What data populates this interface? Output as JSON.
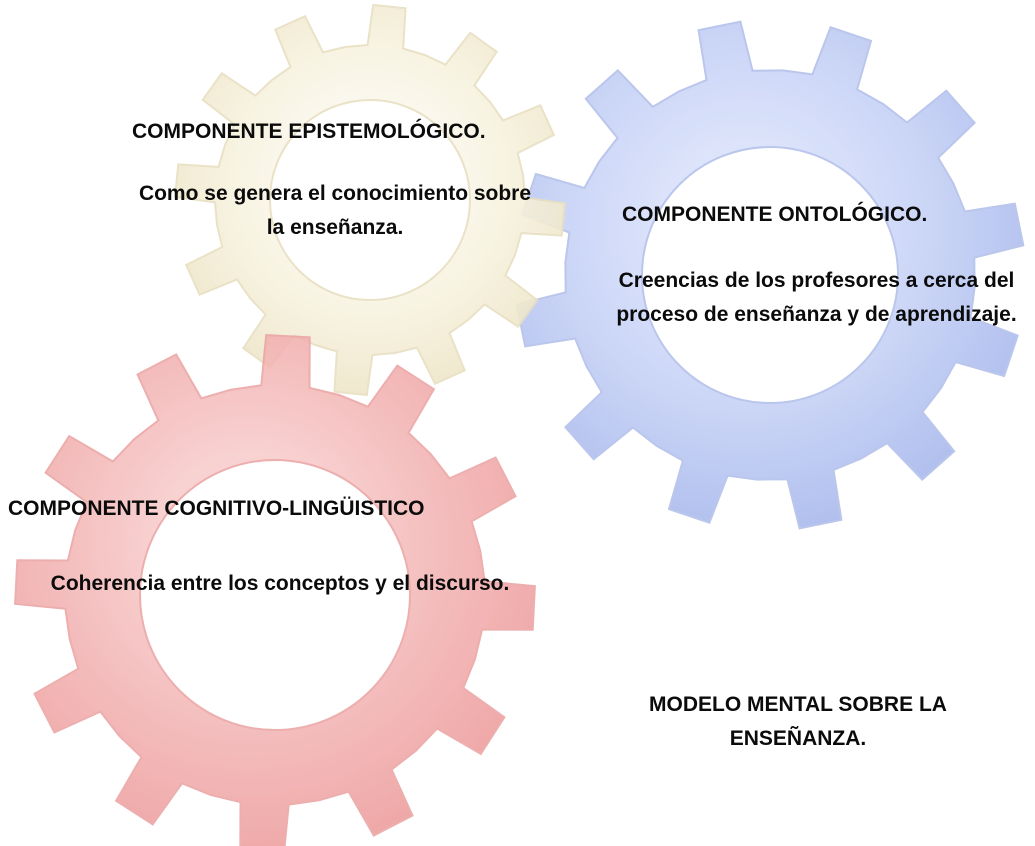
{
  "diagram": {
    "gears": [
      {
        "id": "epistemologico",
        "color": "#f4efd6"
      },
      {
        "id": "ontologico",
        "color": "#b9c7f2"
      },
      {
        "id": "cognitivo",
        "color": "#f1a5a5"
      }
    ],
    "epistemologico": {
      "title": "COMPONENTE EPISTEMOLÓGICO.",
      "description": "Como se genera el conocimiento sobre la enseñanza."
    },
    "ontologico": {
      "title": "COMPONENTE ONTOLÓGICO.",
      "description": "Creencias de los profesores a cerca del proceso de enseñanza y de aprendizaje."
    },
    "cognitivo": {
      "title": "COMPONENTE COGNITIVO-LINGÜISTICO",
      "description": "Coherencia entre los conceptos y el discurso."
    },
    "modelo": {
      "title": "MODELO MENTAL SOBRE LA ENSEÑANZA."
    }
  }
}
